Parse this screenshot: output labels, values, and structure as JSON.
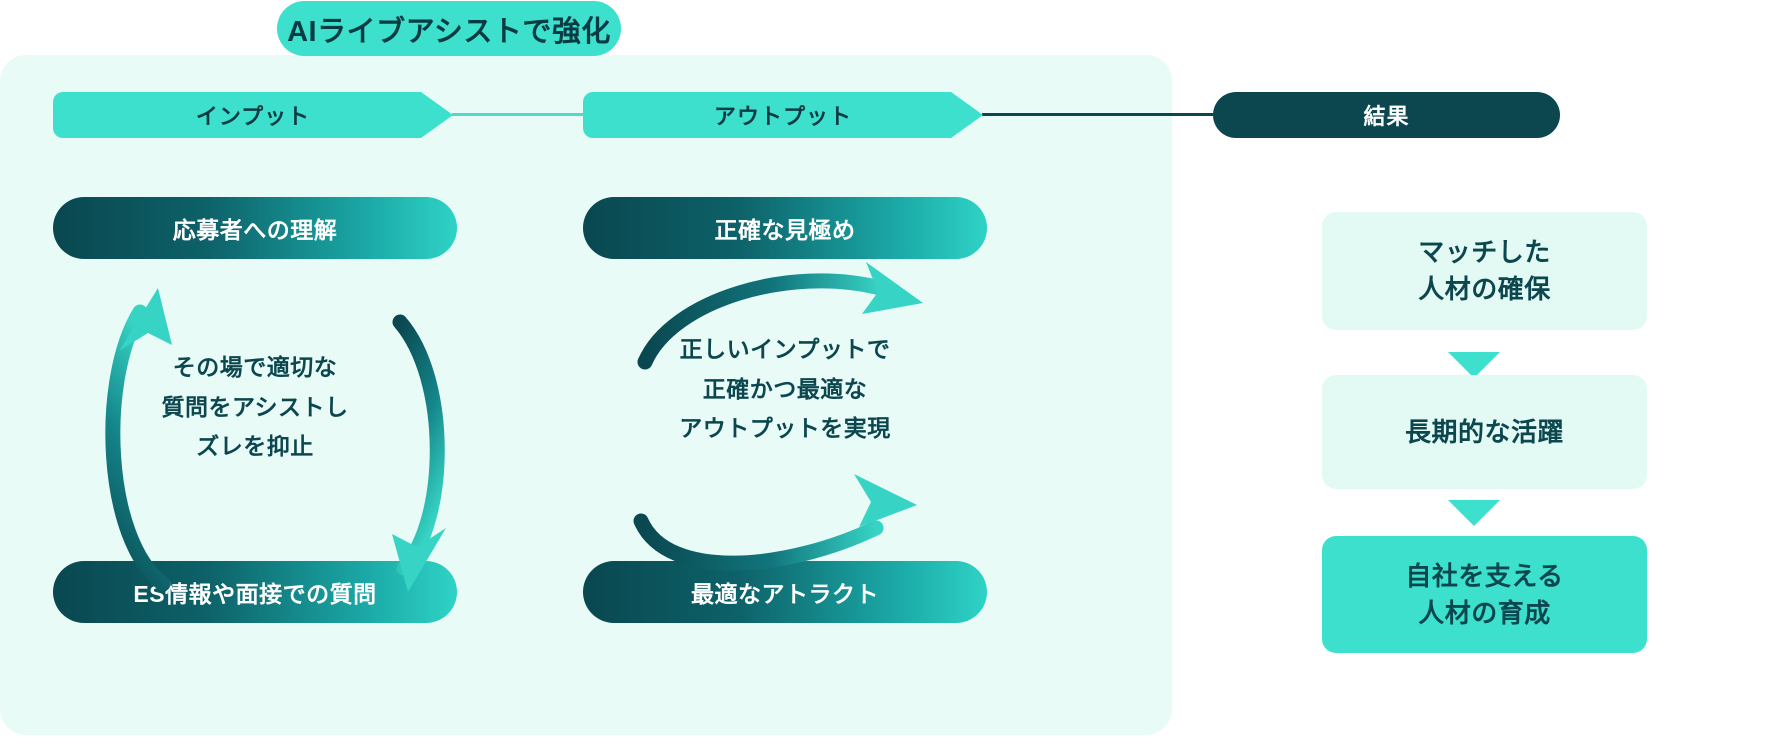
{
  "title": {
    "label": "AIライブアシストで強化"
  },
  "stages": {
    "input": {
      "label": "インプット"
    },
    "output": {
      "label": "アウトプット"
    },
    "result": {
      "label": "結果"
    }
  },
  "columns": {
    "input": {
      "top_box": "応募者への理解",
      "bottom_box": "ES情報や面接での質問",
      "caption_lines": [
        "その場で適切な",
        "質問をアシストし",
        "ズレを抑止"
      ]
    },
    "output": {
      "top_box": "正確な見極め",
      "bottom_box": "最適なアトラクト",
      "caption_lines": [
        "正しいインプットで",
        "正確かつ最適な",
        "アウトプットを実現"
      ]
    }
  },
  "results": [
    {
      "lines": [
        "マッチした",
        "人材の確保"
      ],
      "style": "pale"
    },
    {
      "lines": [
        "長期的な活躍"
      ],
      "style": "pale"
    },
    {
      "lines": [
        "自社を支える",
        "人材の育成"
      ],
      "style": "bright"
    }
  ],
  "colors": {
    "panel_bg": "#e9fbf7",
    "accent_bright": "#3ce0cc",
    "accent_dark": "#0c4750",
    "pale_box": "#e3faf4",
    "text_dark": "#0c4750",
    "text_light": "#ffffff"
  },
  "icons": {
    "arrow_cycle_up": "arrow-cycle-up-icon",
    "arrow_cycle_down": "arrow-cycle-down-icon",
    "arrow_arc_top": "arrow-arc-top-icon",
    "arrow_arc_bottom": "arrow-arc-bottom-icon",
    "triangle_down": "triangle-down-icon"
  }
}
